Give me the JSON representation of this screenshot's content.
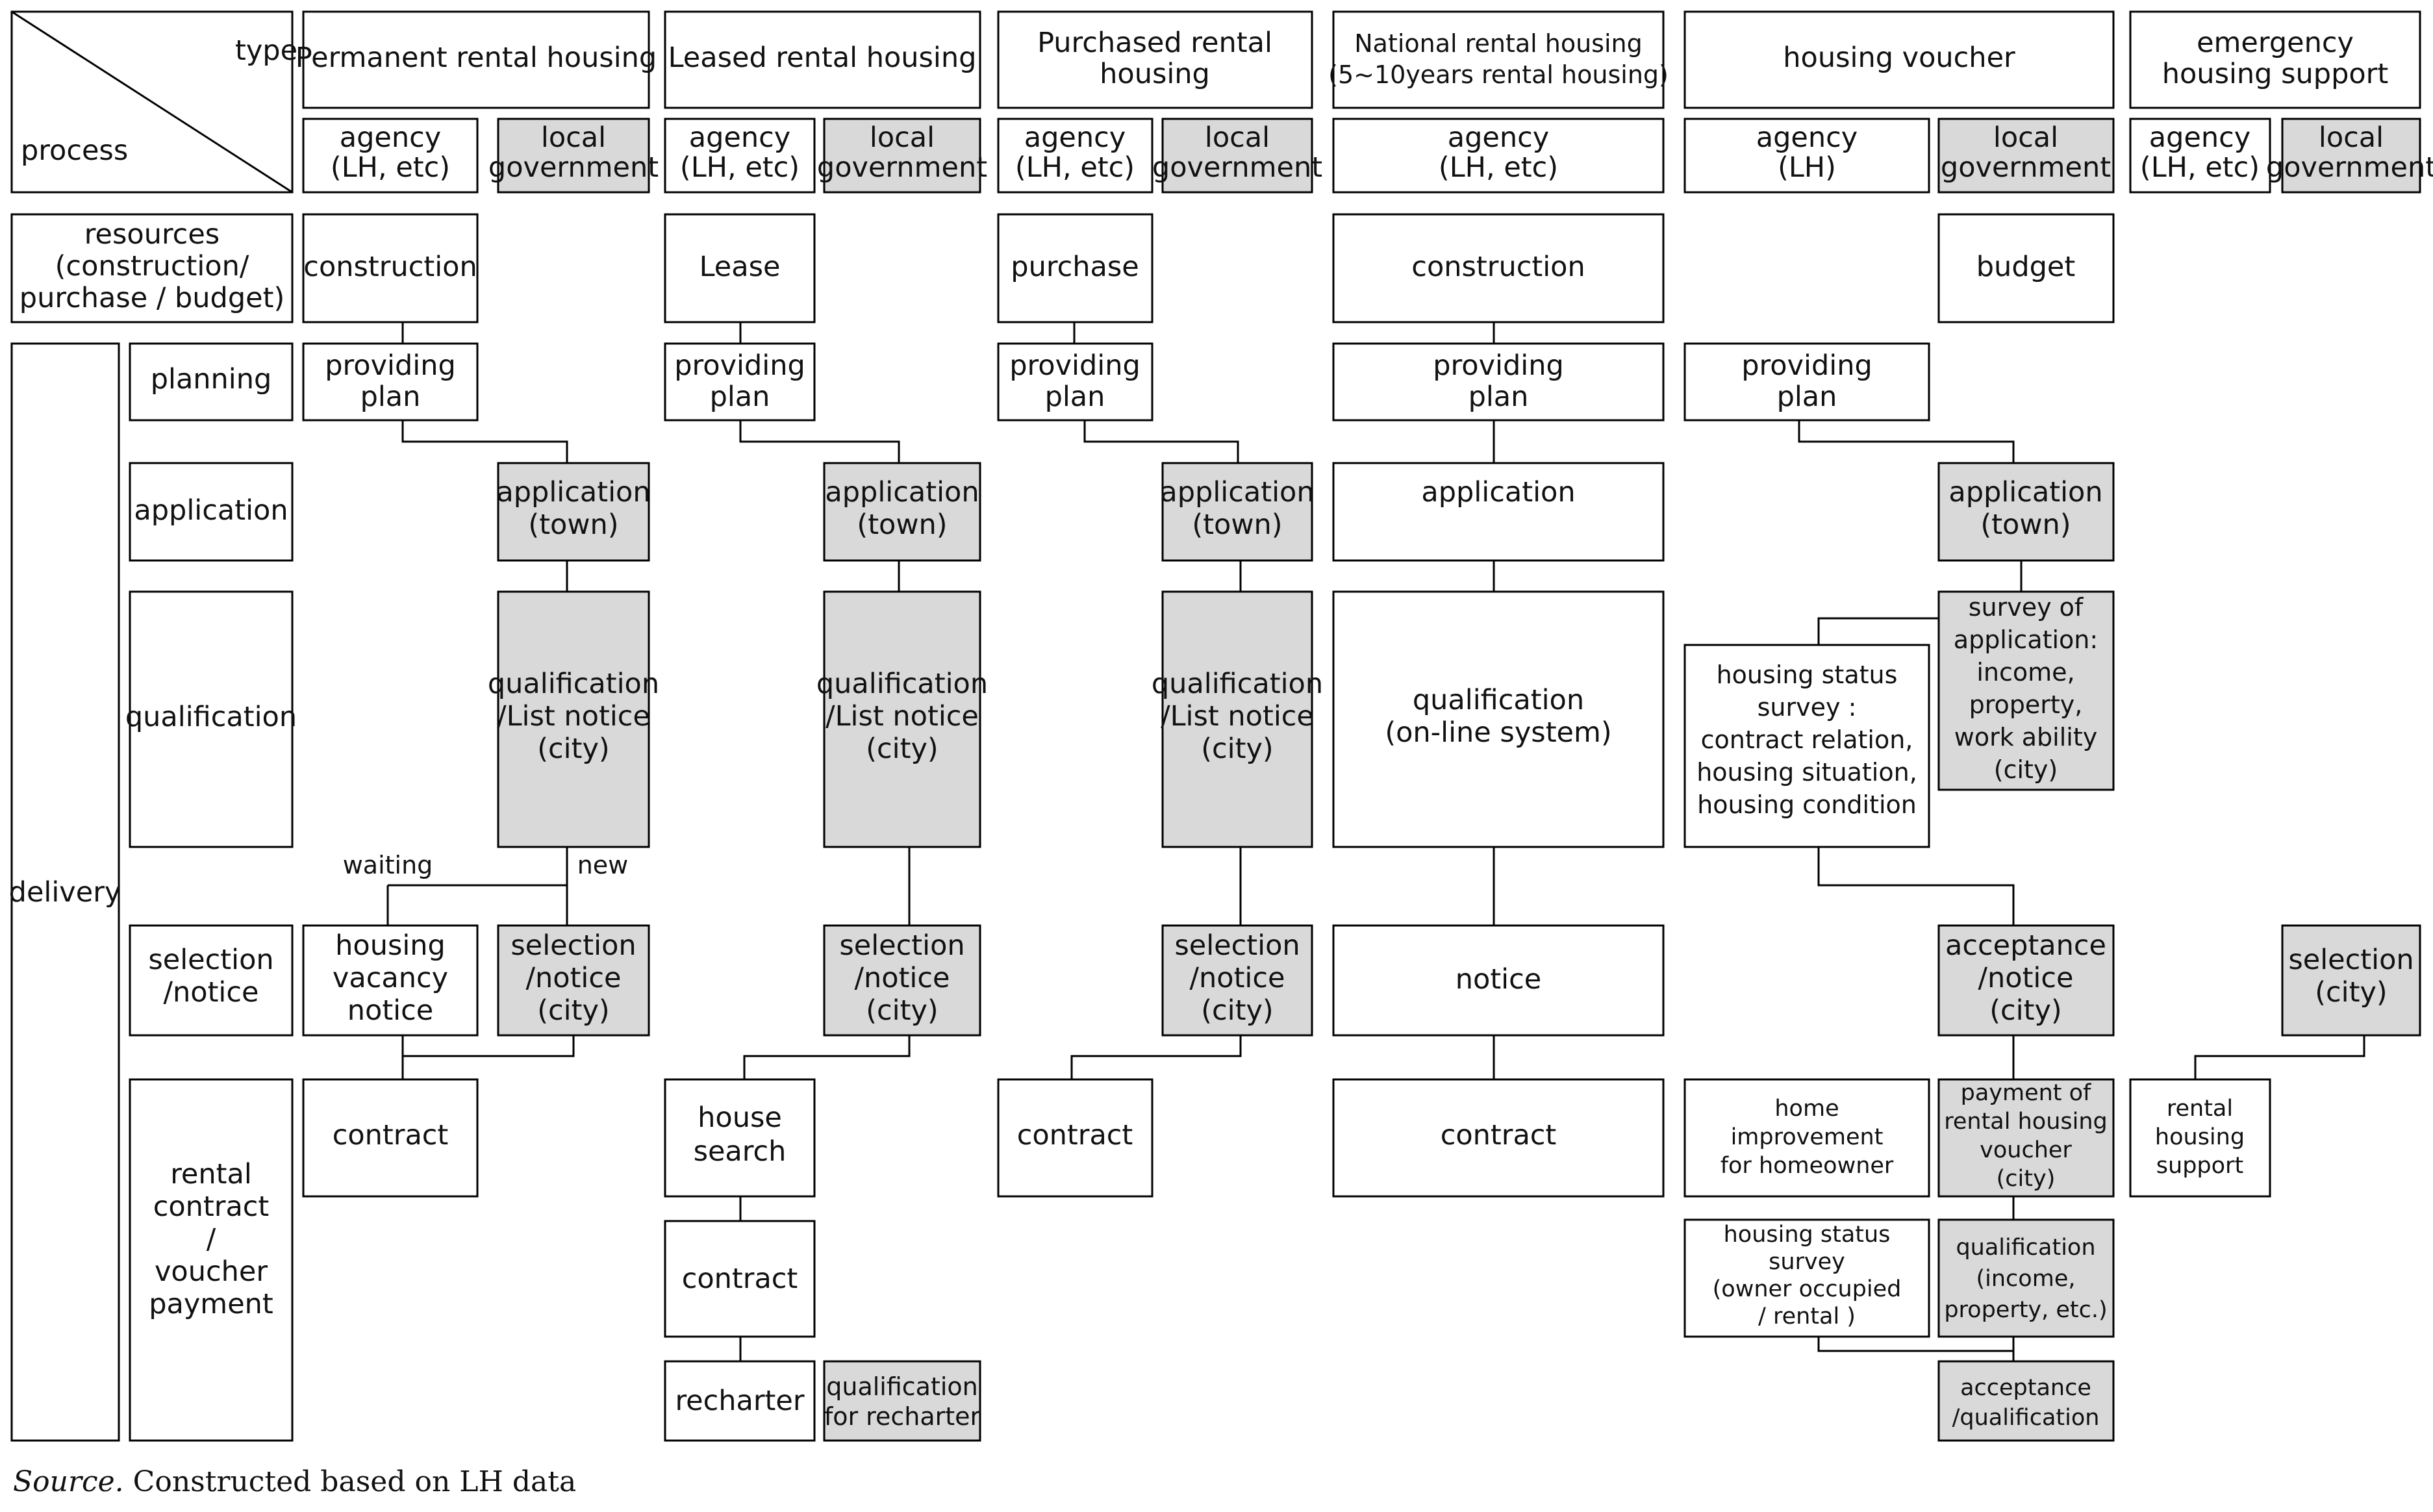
{
  "header": {
    "type_label": "type",
    "process_label": "process",
    "types": [
      "Permanent rental housing",
      "Leased rental housing",
      "Purchased rental housing",
      "National rental housing (5~10years rental housing)",
      "housing voucher",
      "emergency housing support"
    ],
    "agency_lh_etc": "agency (LH, etc)",
    "agency_lh": "agency (LH)",
    "local_government": "local government"
  },
  "process_rows": {
    "resources": "resources (construction/ purchase / budget)",
    "delivery": "delivery",
    "planning": "planning",
    "application": "application",
    "qualification": "qualification",
    "selection": "selection /notice",
    "rental": "rental contract / voucher payment"
  },
  "permanent": {
    "construction": "construction",
    "providing_plan": "providing plan",
    "application": "application (town)",
    "qualification": "qualification /List notice (city)",
    "waiting": "waiting",
    "new": "new",
    "vacancy": "housing vacancy notice",
    "selection": "selection /notice (city)",
    "contract": "contract"
  },
  "leased": {
    "lease": "Lease",
    "providing_plan": "providing plan",
    "application": "application (town)",
    "qualification": "qualification /List notice (city)",
    "selection": "selection /notice (city)",
    "house_search": "house search",
    "contract": "contract",
    "recharter": "recharter",
    "qual_recharter": "qualification for recharter"
  },
  "purchased": {
    "purchase": "purchase",
    "providing_plan": "providing plan",
    "application": "application (town)",
    "qualification": "qualification /List notice (city)",
    "selection": "selection /notice (city)",
    "contract": "contract"
  },
  "national": {
    "construction": "construction",
    "providing_plan": "providing plan",
    "application": "application",
    "qualification": "qualification (on-line system)",
    "notice": "notice",
    "contract": "contract"
  },
  "voucher": {
    "budget": "budget",
    "providing_plan": "providing plan",
    "application": "application (town)",
    "survey_app": "survey of application: income, property, work ability (city)",
    "housing_status": "housing status survey : contract relation, housing situation, housing condition",
    "acceptance": "acceptance /notice (city)",
    "home_improvement": "home improvement for homeowner",
    "payment": "payment of rental housing voucher (city)",
    "status_survey2": "housing status survey (owner occupied / rental )",
    "qualification2": "qualification (income, property, etc.)",
    "acceptance2": "acceptance /qualification"
  },
  "emergency": {
    "selection": "selection (city)",
    "support": "rental housing support"
  },
  "source": {
    "prefix": "Source.",
    "text": " Constructed based on LH data"
  }
}
